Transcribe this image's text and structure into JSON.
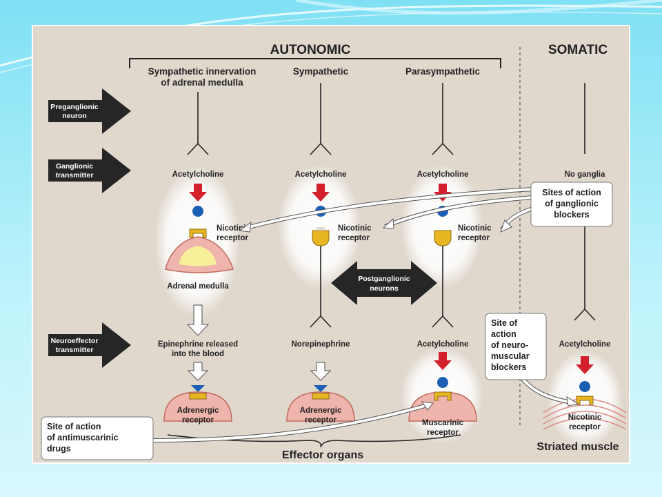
{
  "headers": {
    "autonomic": "AUTONOMIC",
    "somatic": "SOMATIC"
  },
  "columns": {
    "adrenal": [
      "Sympathetic innervation",
      "of adrenal medulla"
    ],
    "sympathetic": "Sympathetic",
    "parasympathetic": "Parasympathetic"
  },
  "side_arrows": {
    "preganglionic": [
      "Preganglionic",
      "neuron"
    ],
    "ganglionic": [
      "Ganglionic",
      "transmitter"
    ],
    "neuroeffector": [
      "Neuroeffector",
      "transmitter"
    ]
  },
  "labels": {
    "acetylcholine": "Acetylcholine",
    "no_ganglia": "No ganglia",
    "nicotinic": [
      "Nicotinic",
      "receptor"
    ],
    "adrenal_medulla": "Adrenal medulla",
    "postganglionic": [
      "Postganglionic",
      "neurons"
    ],
    "epinephrine": [
      "Epinephrine released",
      "into the blood"
    ],
    "norepinephrine": "Norepinephrine",
    "adrenergic": [
      "Adrenergic",
      "receptor"
    ],
    "muscarinic": [
      "Muscarinic",
      "receptor"
    ],
    "effector_organs": "Effector organs",
    "striated_muscle": "Striated muscle"
  },
  "callouts": {
    "ganglionic_blockers": [
      "Sites of action",
      "of ganglionic",
      "blockers"
    ],
    "neuromuscular_blockers": [
      "Site of",
      "action",
      "of neuro-",
      "muscular",
      "blockers"
    ],
    "antimuscarinic": [
      "Site of action",
      "of antimuscarinic",
      "drugs"
    ]
  },
  "colors": {
    "background": "#e0d8cd",
    "arrow_red": "#d3202c",
    "transmitter_blue": "#1a5fb4",
    "receptor_yellow": "#e9b623",
    "effector_pink": "#efb4ac",
    "glow": "#ffffff"
  }
}
